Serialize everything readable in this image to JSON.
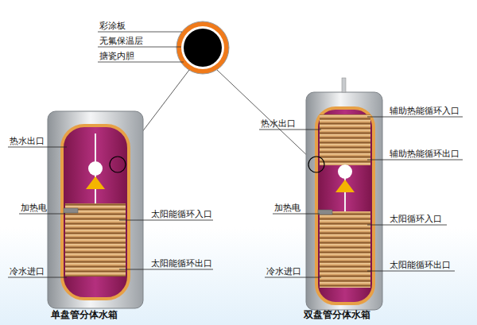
{
  "diagram": {
    "labels": [
      "彩涂板",
      "无氟保温层",
      "搪瓷内胆",
      "热水出口",
      "加热电",
      "太阳能循环入口",
      "冷水进口",
      "太阳能循环出口",
      "单盘管分体水箱",
      "热水出口",
      "辅助热能循环入口",
      "辅助热能循环出口",
      "加热电",
      "太阳循环入口",
      "冷水进口",
      "太阳能循环出口",
      "双盘管分体水箱"
    ]
  }
}
